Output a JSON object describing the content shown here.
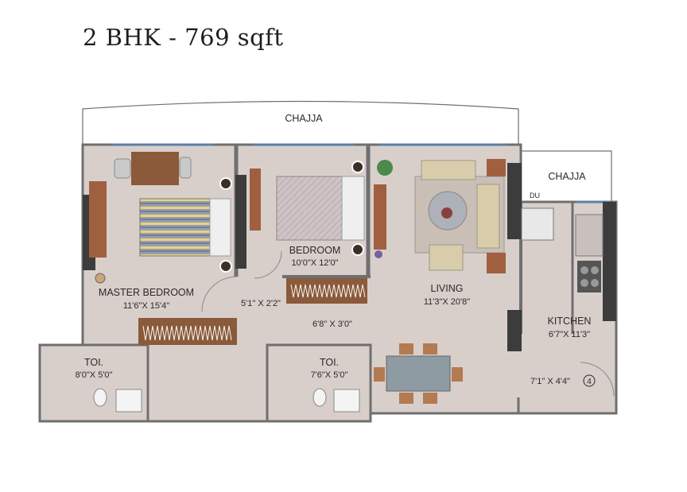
{
  "title": "2 BHK - 769 sqft",
  "labels": {
    "chajja_top": "CHAJJA",
    "chajja_right": "CHAJJA",
    "master_bedroom": {
      "name": "MASTER BEDROOM",
      "dim": "11'6\"X 15'4\""
    },
    "bedroom": {
      "name": "BEDROOM",
      "dim": "10'0\"X 12'0\""
    },
    "living": {
      "name": "LIVING",
      "dim": "11'3\"X 20'8\""
    },
    "kitchen": {
      "name": "KITCHEN",
      "dim": "6'7\"X 11'3\""
    },
    "toilet_left": {
      "name": "TOI.",
      "dim": "8'0\"X 5'0\""
    },
    "toilet_mid": {
      "name": "TOI.",
      "dim": "7'6\"X 5'0\""
    },
    "passage_dim": "5'1\" X 2'2\"",
    "lobby_dim": "6'8\" X 3'0\"",
    "entry_dim": "7'1\" X 4'4\"",
    "entry_marker": "4",
    "du_label": "DU"
  },
  "colors": {
    "floor": "#d8cfcb",
    "wall": "#6f6f6f",
    "dark_wall": "#3c3c3c",
    "window": "#5b7fa6",
    "wood": "#8b5a3a",
    "sofa": "#d9ccaa"
  }
}
